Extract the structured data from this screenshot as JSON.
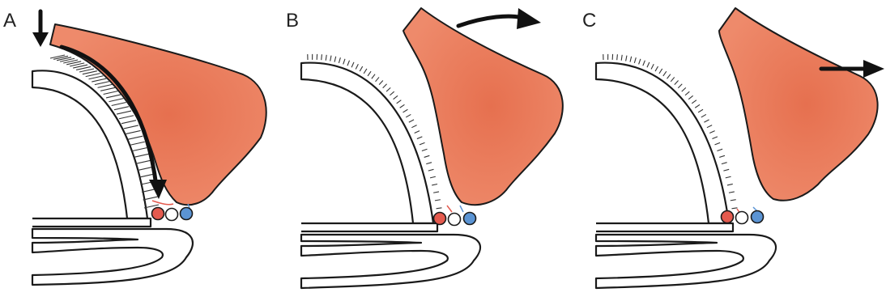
{
  "figure": {
    "panels": [
      {
        "label": "A"
      },
      {
        "label": "B"
      },
      {
        "label": "C"
      }
    ],
    "colors": {
      "tissue": "#e8795a",
      "tissue_dark": "#d9603f",
      "vessel_artery": "#e45a4e",
      "vessel_vein": "#5b94d4",
      "vessel_nerve": "#ffffff",
      "line": "#1a1a1a"
    }
  }
}
